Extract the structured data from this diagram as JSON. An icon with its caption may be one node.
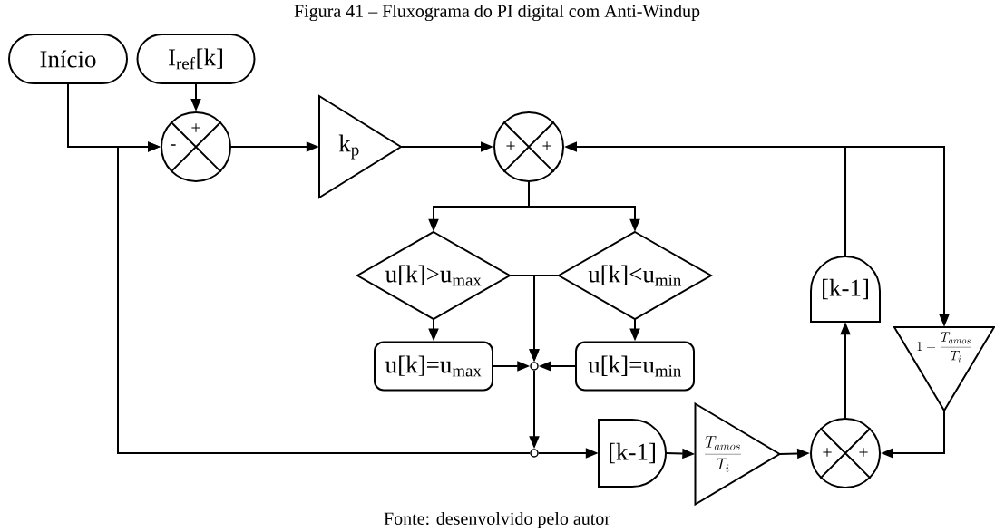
{
  "diagram": {
    "title": "Figura 41 – Fluxograma do PI digital com Anti-Windup",
    "caption": "Fonte: desenvolvido pelo autor",
    "nodes": [
      {
        "text": [
          "Início"
        ]
      },
      {
        "text": [
          "I$_{ref}$[k]"
        ]
      },
      {
        "text": [
          "+",
          "-"
        ]
      },
      {
        "text": [
          "k$_{p}$"
        ]
      },
      {
        "text": [
          "+",
          "+"
        ]
      },
      {
        "text": [
          "u[k]>u$_{max}$"
        ]
      },
      {
        "text": [
          "u[k]<u$_{min}$"
        ]
      },
      {
        "text": [
          "u[k]=u$_{max}$"
        ]
      },
      {
        "text": [
          "u[k]=u$_{min}$"
        ]
      },
      {
        "text": [],
        "shape": "circle"
      },
      {
        "text": [],
        "shape": "circle"
      },
      {
        "text": [
          "[k-1]"
        ]
      },
      {
        "text": [
          "\\frac{T_{amos}}{T_i}"
        ]
      },
      {
        "text": [
          "+",
          "+"
        ]
      },
      {
        "text": [
          "[k-1]"
        ]
      },
      {
        "text": [
          "1-\\frac{T_{amos}}{T_i}"
        ]
      }
    ],
    "edges": [
      {
        "from": 0,
        "to": 2,
        "arrow": "to"
      },
      {
        "from": 1,
        "to": 2,
        "arrow": "to"
      },
      {
        "from": 2,
        "to": 3,
        "arrow": "to"
      },
      {
        "from": 3,
        "to": 4,
        "arrow": "to"
      },
      {
        "from": 4,
        "to": 5,
        "arrow": "to"
      },
      {
        "from": 4,
        "to": 6,
        "arrow": "to"
      },
      {
        "from": 5,
        "to": 7,
        "arrow": "to"
      },
      {
        "from": 6,
        "to": 8,
        "arrow": "to"
      },
      {
        "from": 7,
        "to": 9,
        "arrow": "to"
      },
      {
        "from": 8,
        "to": 9,
        "arrow": "to"
      },
      {
        "from": 5,
        "to": 9,
        "arrow": "to"
      },
      {
        "from": 6,
        "to": 9,
        "arrow": "to"
      },
      {
        "from": 9,
        "to": 10,
        "arrow": "to"
      },
      {
        "from": 10,
        "to": 2,
        "arrow": "to"
      },
      {
        "from": 10,
        "to": 11,
        "arrow": "to"
      },
      {
        "from": 11,
        "to": 12,
        "arrow": "to"
      },
      {
        "from": 12,
        "to": 13,
        "arrow": "to"
      },
      {
        "from": 13,
        "to": 14,
        "arrow": "to"
      },
      {
        "from": 14,
        "to": 4,
        "arrow": "to"
      },
      {
        "from": 14,
        "to": 15,
        "arrow": "to"
      },
      {
        "from": 15,
        "to": 13,
        "arrow": "to"
      }
    ]
  }
}
